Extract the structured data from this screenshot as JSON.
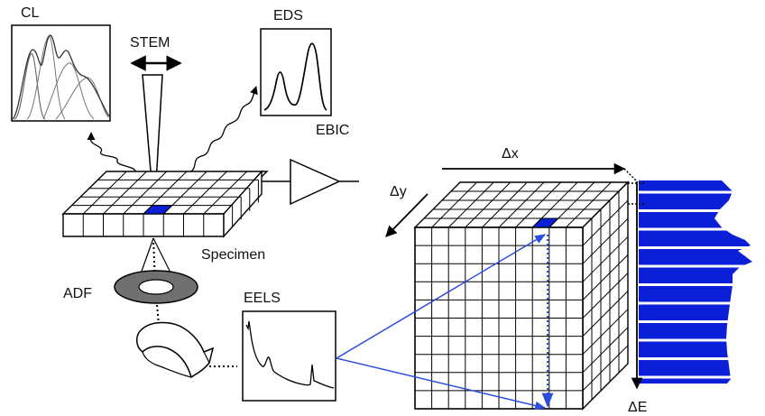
{
  "labels": {
    "cl": "CL",
    "stem": "STEM",
    "eds": "EDS",
    "ebic": "EBIC",
    "specimen": "Specimen",
    "adf": "ADF",
    "eels": "EELS",
    "dx": "Δx",
    "dy": "Δy",
    "de": "ΔE"
  },
  "colors": {
    "line": "#000000",
    "highlight": "#0a1fd6",
    "blue_arrow": "#2a4de0",
    "detector_fill": "#707070",
    "spectrum_fill": "#0a1fd6"
  }
}
